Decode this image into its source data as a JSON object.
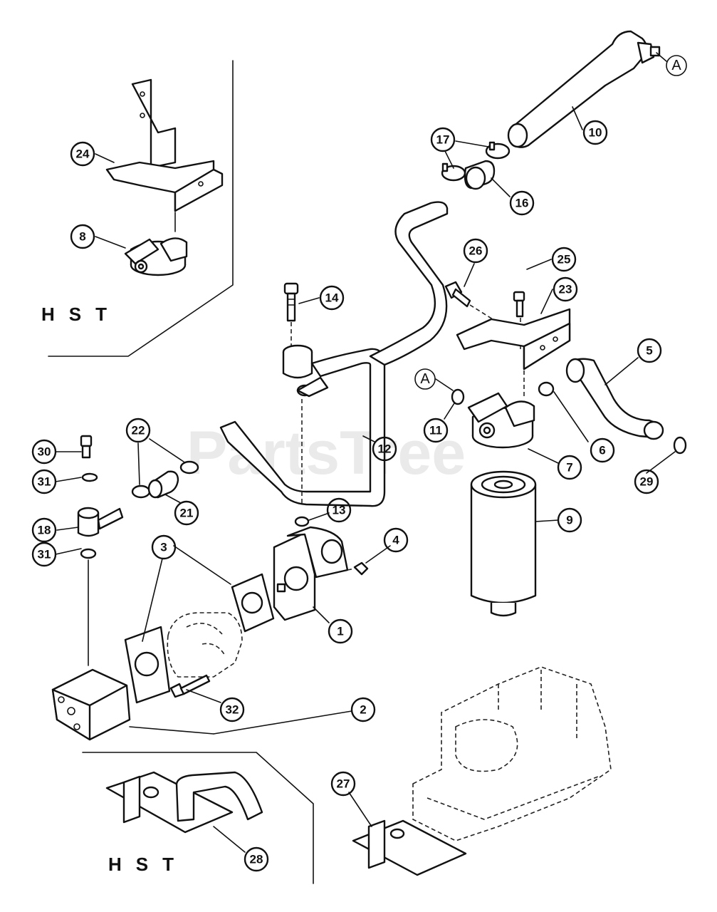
{
  "watermark": "PartsTree",
  "section_labels": {
    "hst_top": "HST",
    "hst_bottom": "HST"
  },
  "reference_letter": "A",
  "callouts": [
    "1",
    "2",
    "3",
    "4",
    "5",
    "6",
    "7",
    "8",
    "9",
    "10",
    "11",
    "12",
    "13",
    "14",
    "16",
    "17",
    "18",
    "21",
    "22",
    "23",
    "24",
    "25",
    "26",
    "27",
    "28",
    "29",
    "30",
    "31",
    "32"
  ],
  "callout_labels": {
    "c1": "1",
    "c2": "2",
    "c3": "3",
    "c4": "4",
    "c5": "5",
    "c6": "6",
    "c7": "7",
    "c8": "8",
    "c9": "9",
    "c10": "10",
    "c11": "11",
    "c12": "12",
    "c13": "13",
    "c14": "14",
    "c16": "16",
    "c17": "17",
    "c18": "18",
    "c21": "21",
    "c22": "22",
    "c23": "23",
    "c24": "24",
    "c25": "25",
    "c26": "26",
    "c27": "27",
    "c28": "28",
    "c29": "29",
    "c30": "30",
    "c31a": "31",
    "c31b": "31",
    "c32": "32"
  }
}
